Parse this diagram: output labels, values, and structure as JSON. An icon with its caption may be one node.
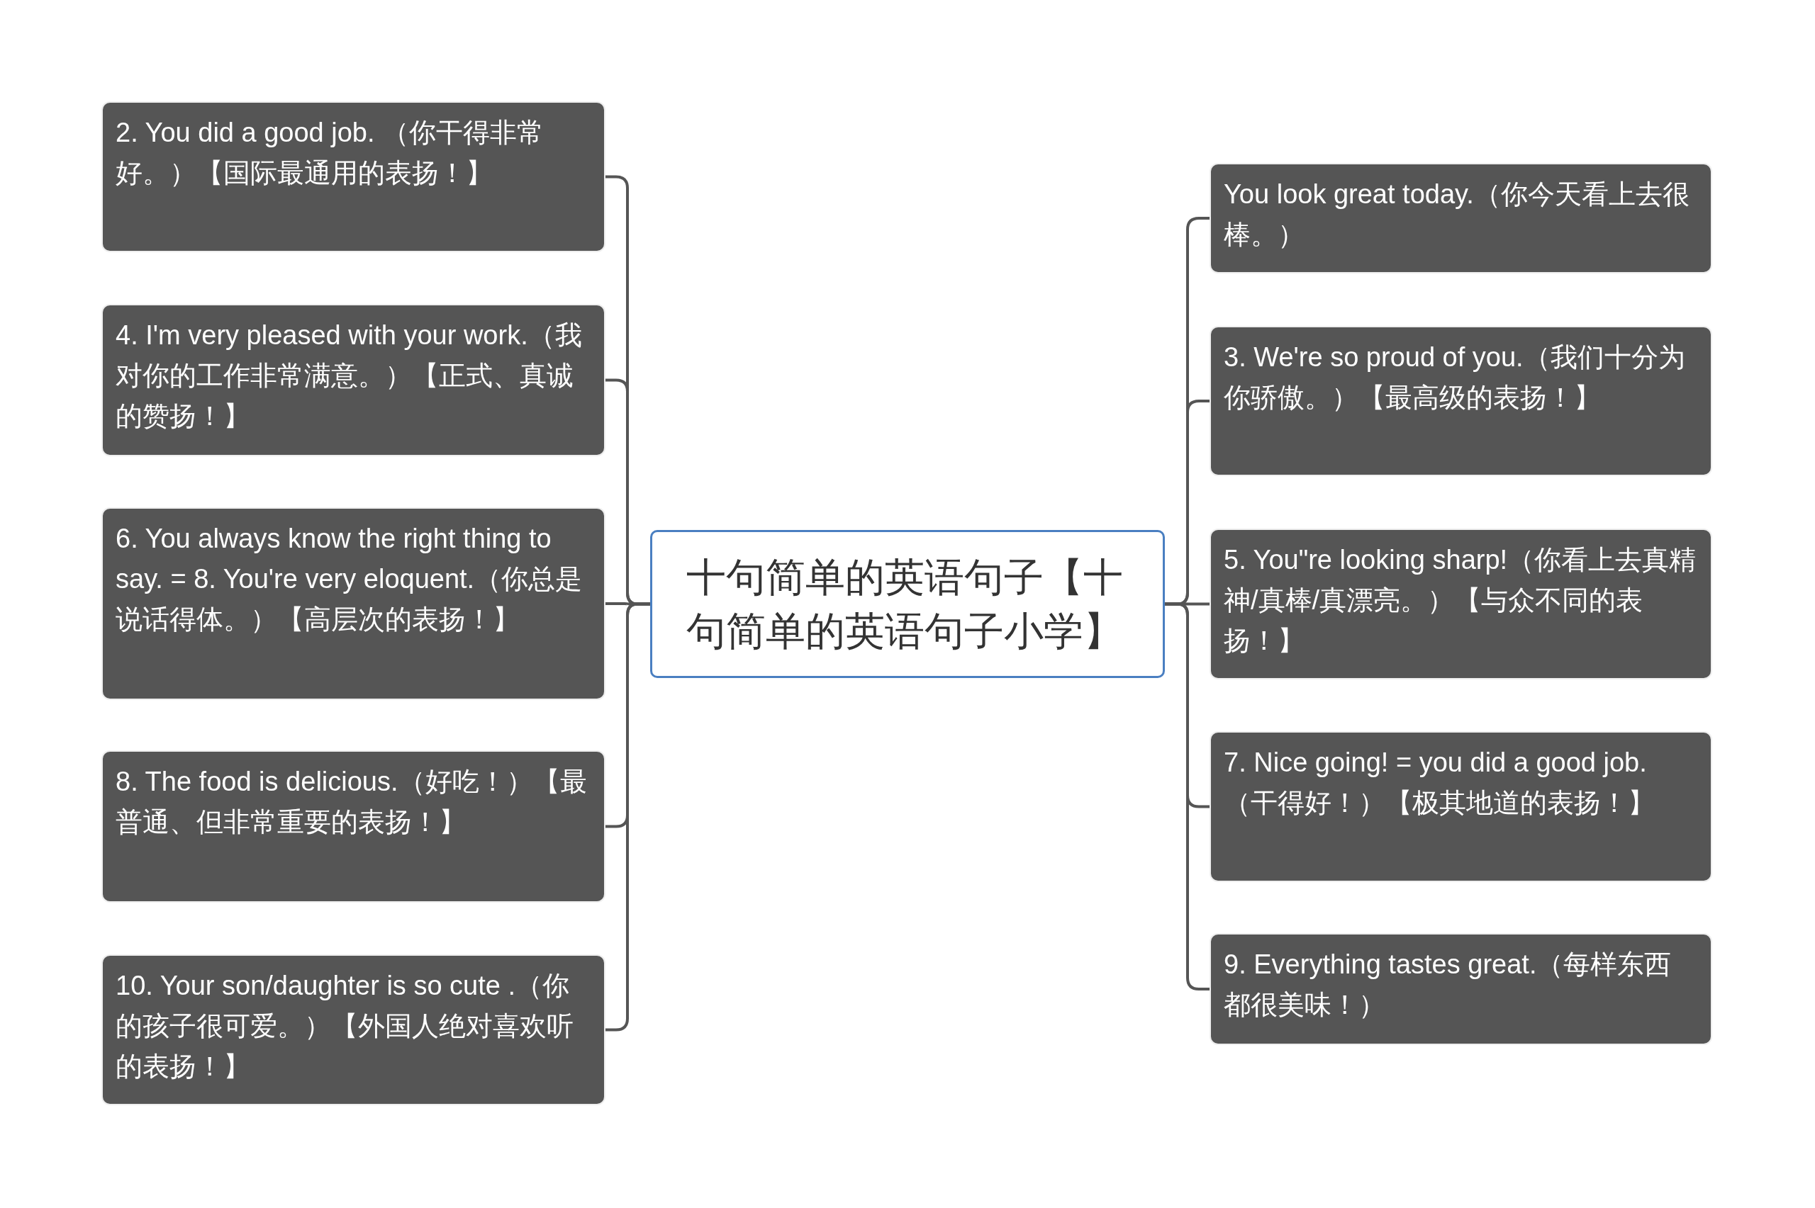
{
  "diagram": {
    "nodes": [
      {
        "text": [
          "十句简单的英语句子【十句简单的英语句子小学】"
        ]
      },
      {
        "text": [
          "2. You did a good job. （你干得非常好。）【国际最通用的表扬！】"
        ]
      },
      {
        "text": [
          "4. I'm very pleased with your work.（我对你的工作非常满意。）【正式、真诚的赞扬！】"
        ]
      },
      {
        "text": [
          "6. You always know the right thing to say. = 8. You're very eloquent.（你总是说话得体。）【高层次的表扬！】"
        ]
      },
      {
        "text": [
          "8. The food is delicious.（好吃！）【最普通、但非常重要的表扬！】"
        ]
      },
      {
        "text": [
          "10. Your son/daughter is so cute .（你的孩子很可爱。）【外国人绝对喜欢听的表扬！】"
        ]
      },
      {
        "text": [
          "You look great today.（你今天看上去很棒。）"
        ]
      },
      {
        "text": [
          "3. We're so proud of you.（我们十分为你骄傲。）【最高级的表扬！】"
        ]
      },
      {
        "text": [
          "5. You\"re looking sharp!（你看上去真精神/真棒/真漂亮。）【与众不同的表扬！】"
        ]
      },
      {
        "text": [
          "7. Nice going! = you did a good job.（干得好！）【极其地道的表扬！】"
        ]
      },
      {
        "text": [
          "9. Everything tastes great.（每样东西都很美味！）"
        ]
      }
    ],
    "edges": [
      {
        "from": 0,
        "to": 1,
        "arrow": "none"
      },
      {
        "from": 0,
        "to": 2,
        "arrow": "none"
      },
      {
        "from": 0,
        "to": 3,
        "arrow": "none"
      },
      {
        "from": 0,
        "to": 4,
        "arrow": "none"
      },
      {
        "from": 0,
        "to": 5,
        "arrow": "none"
      },
      {
        "from": 0,
        "to": 6,
        "arrow": "none"
      },
      {
        "from": 0,
        "to": 7,
        "arrow": "none"
      },
      {
        "from": 0,
        "to": 8,
        "arrow": "none"
      },
      {
        "from": 0,
        "to": 9,
        "arrow": "none"
      },
      {
        "from": 0,
        "to": 10,
        "arrow": "none"
      }
    ]
  }
}
